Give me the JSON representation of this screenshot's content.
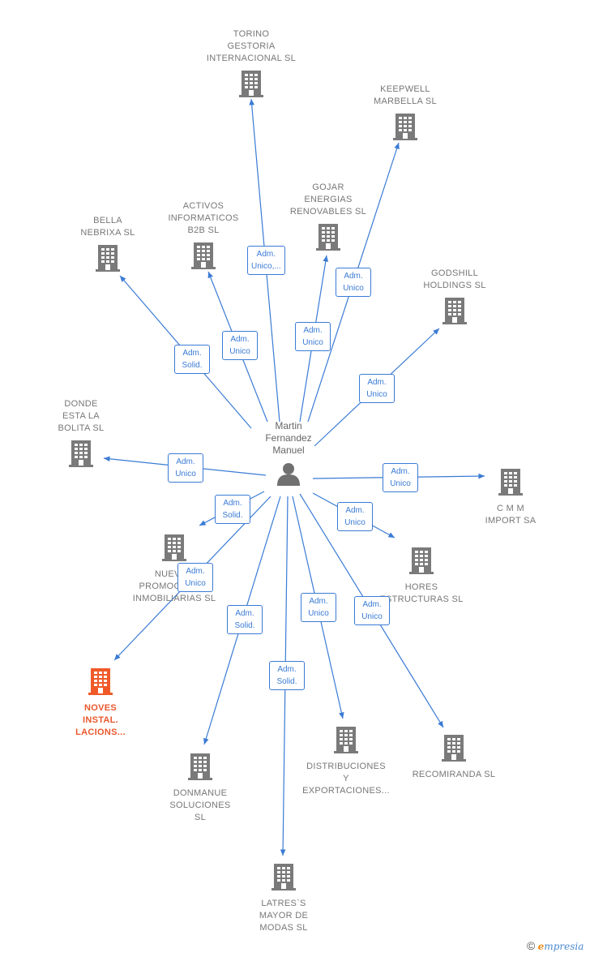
{
  "center": {
    "name": "Martin\nFernandez\nManuel"
  },
  "companies": [
    {
      "id": "torino",
      "name": "TORINO\nGESTORIA\nINTERNACIONAL SL",
      "color": "#7a7a7a"
    },
    {
      "id": "keepwell",
      "name": "KEEPWELL\nMARBELLA SL",
      "color": "#7a7a7a"
    },
    {
      "id": "gojar",
      "name": "GOJAR\nENERGIAS\nRENOVABLES SL",
      "color": "#7a7a7a"
    },
    {
      "id": "activos",
      "name": "ACTIVOS\nINFORMATICOS\nB2B  SL",
      "color": "#7a7a7a"
    },
    {
      "id": "bella",
      "name": "BELLA\nNEBRIXA  SL",
      "color": "#7a7a7a"
    },
    {
      "id": "godshill",
      "name": "GODSHILL\nHOLDINGS SL",
      "color": "#7a7a7a"
    },
    {
      "id": "donde",
      "name": "DONDE\nESTA LA\nBOLITA  SL",
      "color": "#7a7a7a"
    },
    {
      "id": "cmm",
      "name": "C M M\nIMPORT SA",
      "color": "#7a7a7a"
    },
    {
      "id": "nuevos",
      "name": "NUEVOS\nPROMOCIONES\nINMOBILIARIAS SL",
      "color": "#7a7a7a"
    },
    {
      "id": "hores",
      "name": "HORES\nESTRUCTURAS SL",
      "color": "#7a7a7a"
    },
    {
      "id": "noves",
      "name": "NOVES\nINSTAL.\nLACIONS...",
      "color": "#f05a28"
    },
    {
      "id": "donmanue",
      "name": "DONMANUE\nSOLUCIONES\nSL",
      "color": "#7a7a7a"
    },
    {
      "id": "distribuciones",
      "name": "DISTRIBUCIONES\nY\nEXPORTACIONES...",
      "color": "#7a7a7a"
    },
    {
      "id": "recomiranda",
      "name": "RECOMIRANDA SL",
      "color": "#7a7a7a"
    },
    {
      "id": "latres",
      "name": "LATRES`S\nMAYOR DE\nMODAS SL",
      "color": "#7a7a7a"
    }
  ],
  "relations": [
    {
      "target": "torino",
      "label": "Adm.\nUnico,..."
    },
    {
      "target": "keepwell",
      "label": "Adm.\nUnico"
    },
    {
      "target": "gojar",
      "label": "Adm.\nUnico"
    },
    {
      "target": "activos",
      "label": "Adm.\nUnico"
    },
    {
      "target": "bella",
      "label": "Adm.\nSolid."
    },
    {
      "target": "godshill",
      "label": "Adm.\nUnico"
    },
    {
      "target": "donde",
      "label": "Adm.\nUnico"
    },
    {
      "target": "cmm",
      "label": "Adm.\nUnico"
    },
    {
      "target": "nuevos",
      "label": "Adm.\nSolid."
    },
    {
      "target": "hores",
      "label": "Adm.\nUnico"
    },
    {
      "target": "noves",
      "label": "Adm.\nUnico"
    },
    {
      "target": "donmanue",
      "label": "Adm.\nSolid."
    },
    {
      "target": "distribuciones",
      "label": "Adm.\nUnico"
    },
    {
      "target": "recomiranda",
      "label": "Adm.\nUnico"
    },
    {
      "target": "latres",
      "label": "Adm.\nSolid."
    }
  ],
  "edge_color": "#3a7bd5",
  "brand": {
    "copyright": "©",
    "logo_first": "e",
    "logo_rest": "mpresia"
  }
}
